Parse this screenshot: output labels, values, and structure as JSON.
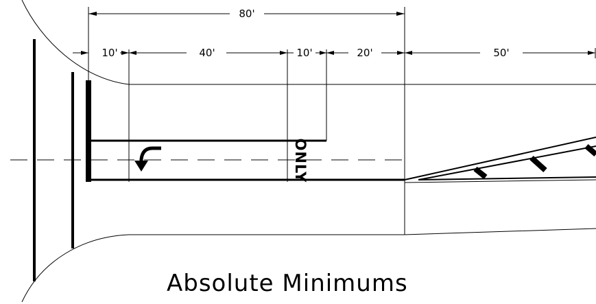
{
  "dimensions": {
    "total": "80'",
    "offset": "10'",
    "storage": "40'",
    "taper_start": "10'",
    "taper": "20'",
    "approach": "50'"
  },
  "pavement_marking": "ONLY",
  "title": "Absolute Minimums",
  "icons": {
    "turn_arrow": "left-turn-arrow-icon"
  }
}
